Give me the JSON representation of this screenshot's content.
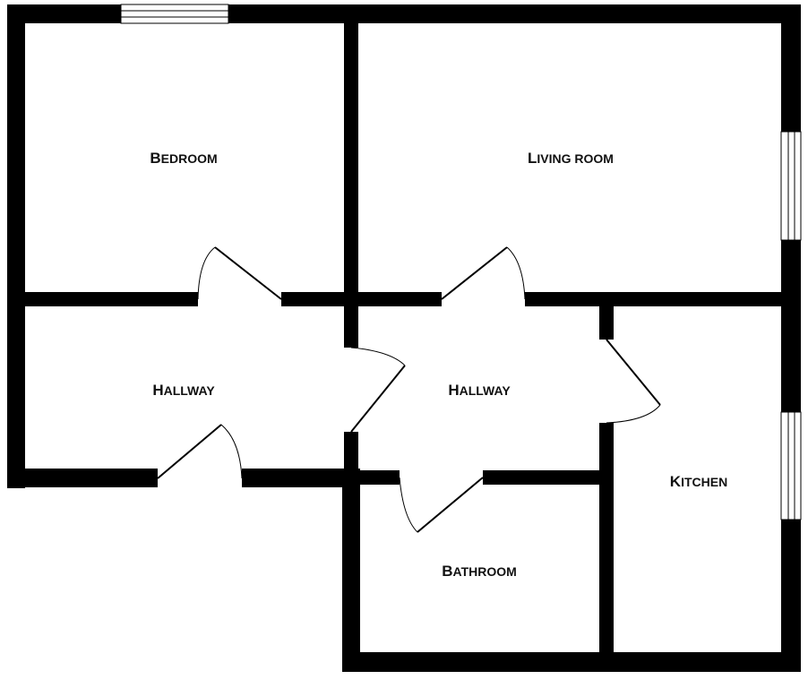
{
  "plan": {
    "rooms": [
      {
        "id": "bedroom",
        "first": "B",
        "rest": "EDROOM"
      },
      {
        "id": "living-room",
        "first": "L",
        "rest": "IVING ROOM"
      },
      {
        "id": "hallway-left",
        "first": "H",
        "rest": "ALLWAY"
      },
      {
        "id": "hallway-center",
        "first": "H",
        "rest": "ALLWAY"
      },
      {
        "id": "kitchen",
        "first": "K",
        "rest": "ITCHEN"
      },
      {
        "id": "bathroom",
        "first": "B",
        "rest": "ATHROOM"
      }
    ],
    "colors": {
      "wall": "#000000",
      "background": "#ffffff"
    }
  }
}
